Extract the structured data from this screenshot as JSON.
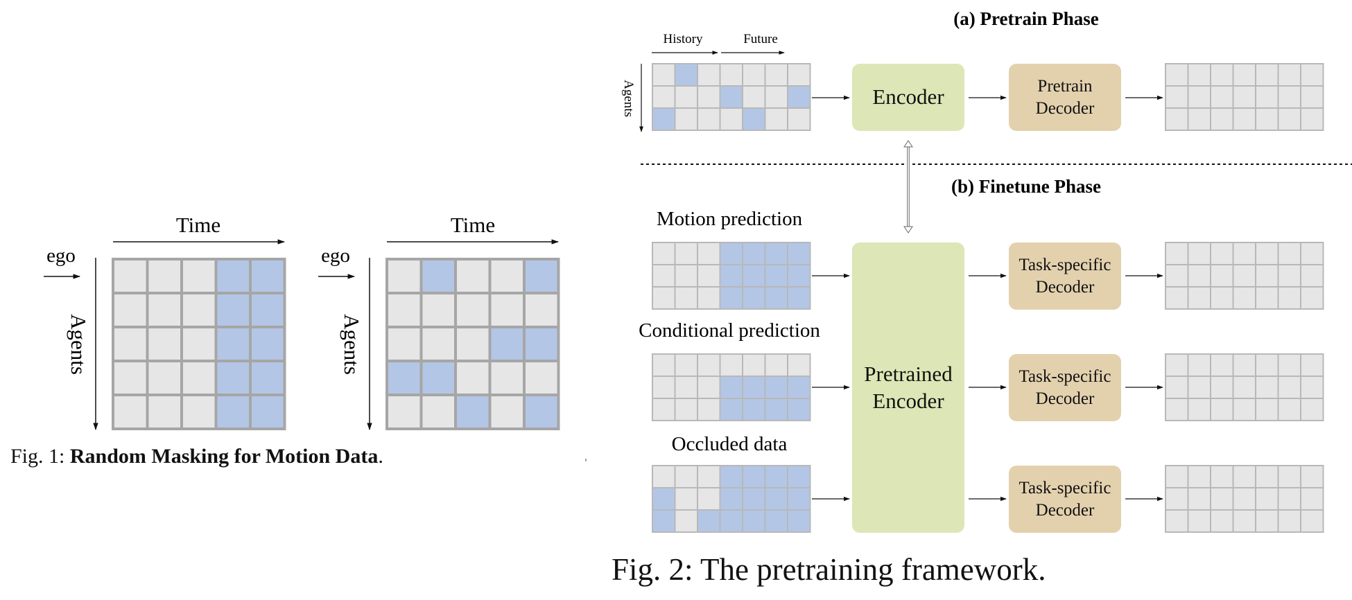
{
  "colors": {
    "cell_empty": "#e6e6e6",
    "cell_masked": "#b3c6e6",
    "cell_border_thick": "#a6a6a6",
    "cell_border_thin": "#b8b8b8",
    "encoder_fill": "#dde6b6",
    "decoder_fill": "#e3d1ae",
    "text": "#111111"
  },
  "fig1": {
    "grid_a": {
      "time_label": "Time",
      "ego_label": "ego",
      "agents_label": "Agents",
      "mask": [
        [
          0,
          0,
          0,
          1,
          1
        ],
        [
          0,
          0,
          0,
          1,
          1
        ],
        [
          0,
          0,
          0,
          1,
          1
        ],
        [
          0,
          0,
          0,
          1,
          1
        ],
        [
          0,
          0,
          0,
          1,
          1
        ]
      ]
    },
    "grid_b": {
      "time_label": "Time",
      "ego_label": "ego",
      "agents_label": "Agents",
      "mask": [
        [
          0,
          1,
          0,
          0,
          1
        ],
        [
          0,
          0,
          0,
          0,
          0
        ],
        [
          0,
          0,
          0,
          1,
          1
        ],
        [
          1,
          1,
          0,
          0,
          0
        ],
        [
          0,
          0,
          1,
          0,
          1
        ]
      ]
    },
    "caption_prefix": "Fig. 1: ",
    "caption_bold": "Random Masking for Motion Data",
    "caption_suffix": "."
  },
  "fig2": {
    "pretrain_title": "(a) Pretrain Phase",
    "finetune_title": "(b) Finetune Phase",
    "history_label": "History",
    "future_label": "Future",
    "agents_label": "Agents",
    "encoder_label": "Encoder",
    "pretrain_decoder_label": "Pretrain Decoder",
    "pretrained_encoder_label": "Pretrained Encoder",
    "task_decoder_label": "Task-specific Decoder",
    "pretrain_mask": [
      [
        0,
        1,
        0,
        0,
        0,
        0,
        0
      ],
      [
        0,
        0,
        0,
        1,
        0,
        0,
        1
      ],
      [
        1,
        0,
        0,
        0,
        1,
        0,
        0
      ]
    ],
    "rows": [
      {
        "label": "Motion prediction",
        "mask": [
          [
            0,
            0,
            0,
            1,
            1,
            1,
            1
          ],
          [
            0,
            0,
            0,
            1,
            1,
            1,
            1
          ],
          [
            0,
            0,
            0,
            1,
            1,
            1,
            1
          ]
        ]
      },
      {
        "label": "Conditional prediction",
        "mask": [
          [
            0,
            0,
            0,
            0,
            0,
            0,
            0
          ],
          [
            0,
            0,
            0,
            1,
            1,
            1,
            1
          ],
          [
            0,
            0,
            0,
            1,
            1,
            1,
            1
          ]
        ]
      },
      {
        "label": "Occluded data",
        "mask": [
          [
            0,
            0,
            0,
            1,
            1,
            1,
            1
          ],
          [
            1,
            0,
            0,
            1,
            1,
            1,
            1
          ],
          [
            1,
            0,
            1,
            1,
            1,
            1,
            1
          ]
        ]
      }
    ],
    "caption": "Fig. 2: The pretraining framework."
  }
}
